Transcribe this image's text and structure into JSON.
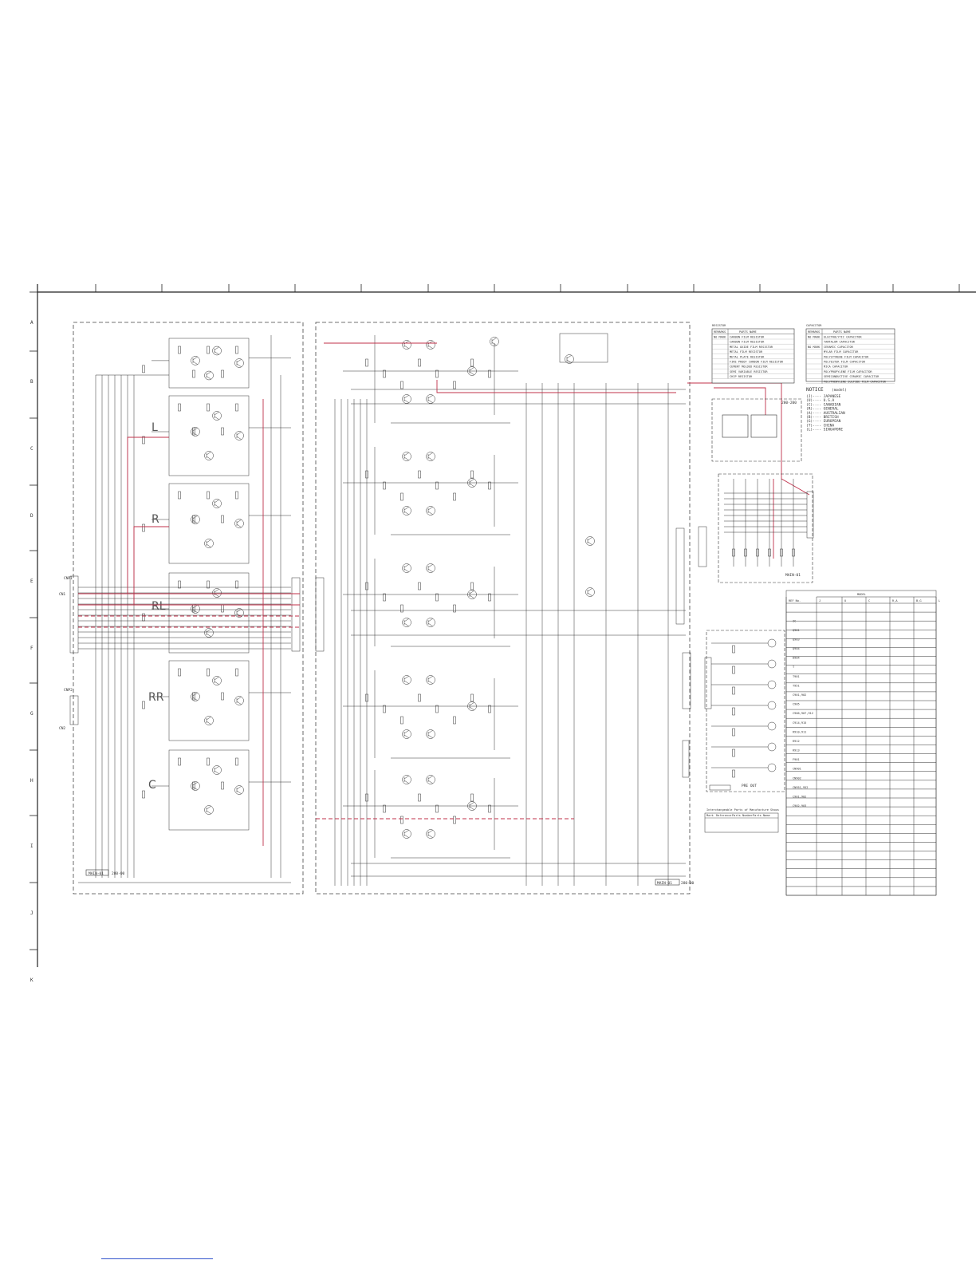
{
  "frame": {
    "left_letters": [
      "A",
      "B",
      "C",
      "D",
      "E",
      "F",
      "G",
      "H",
      "I",
      "J",
      "K"
    ]
  },
  "left_board": {
    "channel_labels": [
      "L",
      "R",
      "RL",
      "RR",
      "C"
    ],
    "connector_labels": [
      "CNP1",
      "CNP2",
      "CN1",
      "CN2"
    ],
    "footer_label": "MAIN-01",
    "footer_code": "280-00"
  },
  "center_board": {
    "footer_label": "MAIN-01",
    "footer_code": "280-00"
  },
  "legend": {
    "resistor": {
      "title": "RESISTOR",
      "header": [
        "REMARKS",
        "PARTS NAME"
      ],
      "rows": [
        [
          "NO MARK",
          "CARBON FILM RESISTOR"
        ],
        [
          "",
          "CARBON FILM RESISTOR"
        ],
        [
          "",
          "METAL OXIDE FILM RESISTOR"
        ],
        [
          "",
          "METAL FILM RESISTOR"
        ],
        [
          "",
          "METAL PLATE RESISTOR"
        ],
        [
          "",
          "FIRE PROOF CARBON FILM RESISTOR"
        ],
        [
          "",
          "CEMENT MOLDED RESISTOR"
        ],
        [
          "",
          "SEMI VARIABLE RESISTOR"
        ],
        [
          "",
          "CHIP RESISTOR"
        ]
      ]
    },
    "capacitor": {
      "title": "CAPACITOR",
      "header": [
        "REMARKS",
        "PARTS NAME"
      ],
      "rows": [
        [
          "NO MARK",
          "ELECTROLYTIC CAPACITOR"
        ],
        [
          "",
          "TANTALUM CAPACITOR"
        ],
        [
          "NO MARK",
          "CERAMIC CAPACITOR"
        ],
        [
          "",
          "MYLAR FILM CAPACITOR"
        ],
        [
          "",
          "POLYSTYRENE FILM CAPACITOR"
        ],
        [
          "",
          "POLYESTER FILM CAPACITOR"
        ],
        [
          "",
          "MICA CAPACITOR"
        ],
        [
          "",
          "POLYPROPYLENE FILM CAPACITOR"
        ],
        [
          "",
          "SEMICONDUCTIVE CERAMIC CAPACITOR"
        ],
        [
          "",
          "POLYPHENYLENE SULFIDE FILM CAPACITOR"
        ]
      ]
    }
  },
  "notice": {
    "title": "NOTICE",
    "subtitle": "(model)",
    "lines": [
      "(J)---- JAPANESE",
      "(U)---- U.S.A",
      "(C)---- CANADIAN",
      "(R)---- GENERAL",
      "(A)---- AUSTRALIAN",
      "(B)---- BRITISH",
      "(G)---- EUROPEAN",
      "(T)---- CHINA",
      "(L)---- SINGAPORE"
    ]
  },
  "right_boards": {
    "upper_label": "280-200",
    "lower_label": "MAIN-01",
    "output_label": "PRE OUT"
  },
  "interchangeable": {
    "title": "Interchangeable Parts of Manufacture Shops",
    "header": [
      "Mark",
      "Reference",
      "Parts Number",
      "Parts Name"
    ]
  },
  "model_table": {
    "title": "MODEL",
    "header": [
      "REF No.",
      "J",
      "U",
      "C",
      "R,A",
      "B,G",
      "L"
    ],
    "row_refs": [
      "IC",
      "Q901",
      "Q903",
      "Q904",
      "D904",
      "T",
      "T901",
      "T951",
      "C901,902",
      "C905",
      "C906,907,912",
      "C914,915",
      "R910,911",
      "R912",
      "R913",
      "F901",
      "CN901",
      "CN902",
      "CN951,952",
      "C901,902",
      "C902,903"
    ]
  }
}
